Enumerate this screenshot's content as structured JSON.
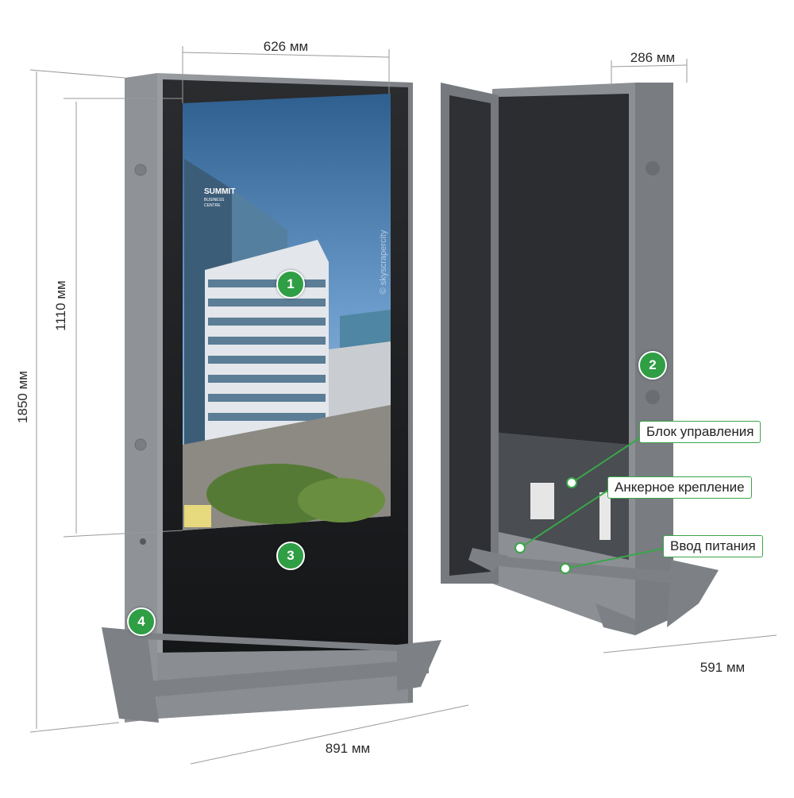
{
  "dimensions": {
    "width_front": "626 мм",
    "depth_top": "286 мм",
    "height_screen": "1110 мм",
    "height_total": "1850 мм",
    "width_base": "891 мм",
    "depth_base": "591 мм"
  },
  "screen_image": {
    "building_sign_line1": "SUMMIT",
    "building_sign_line2": "BUSINESS",
    "building_sign_line3": "CENTRE",
    "watermark": "© skyscrapercity"
  },
  "markers": [
    "1",
    "2",
    "3",
    "4"
  ],
  "callouts": {
    "control_unit": "Блок управления",
    "anchor_mount": "Анкерное крепление",
    "power_input": "Ввод питания"
  },
  "colors": {
    "accent": "#2f9e44",
    "frame": "#8c8f94",
    "panel": "#1a1c1e"
  }
}
